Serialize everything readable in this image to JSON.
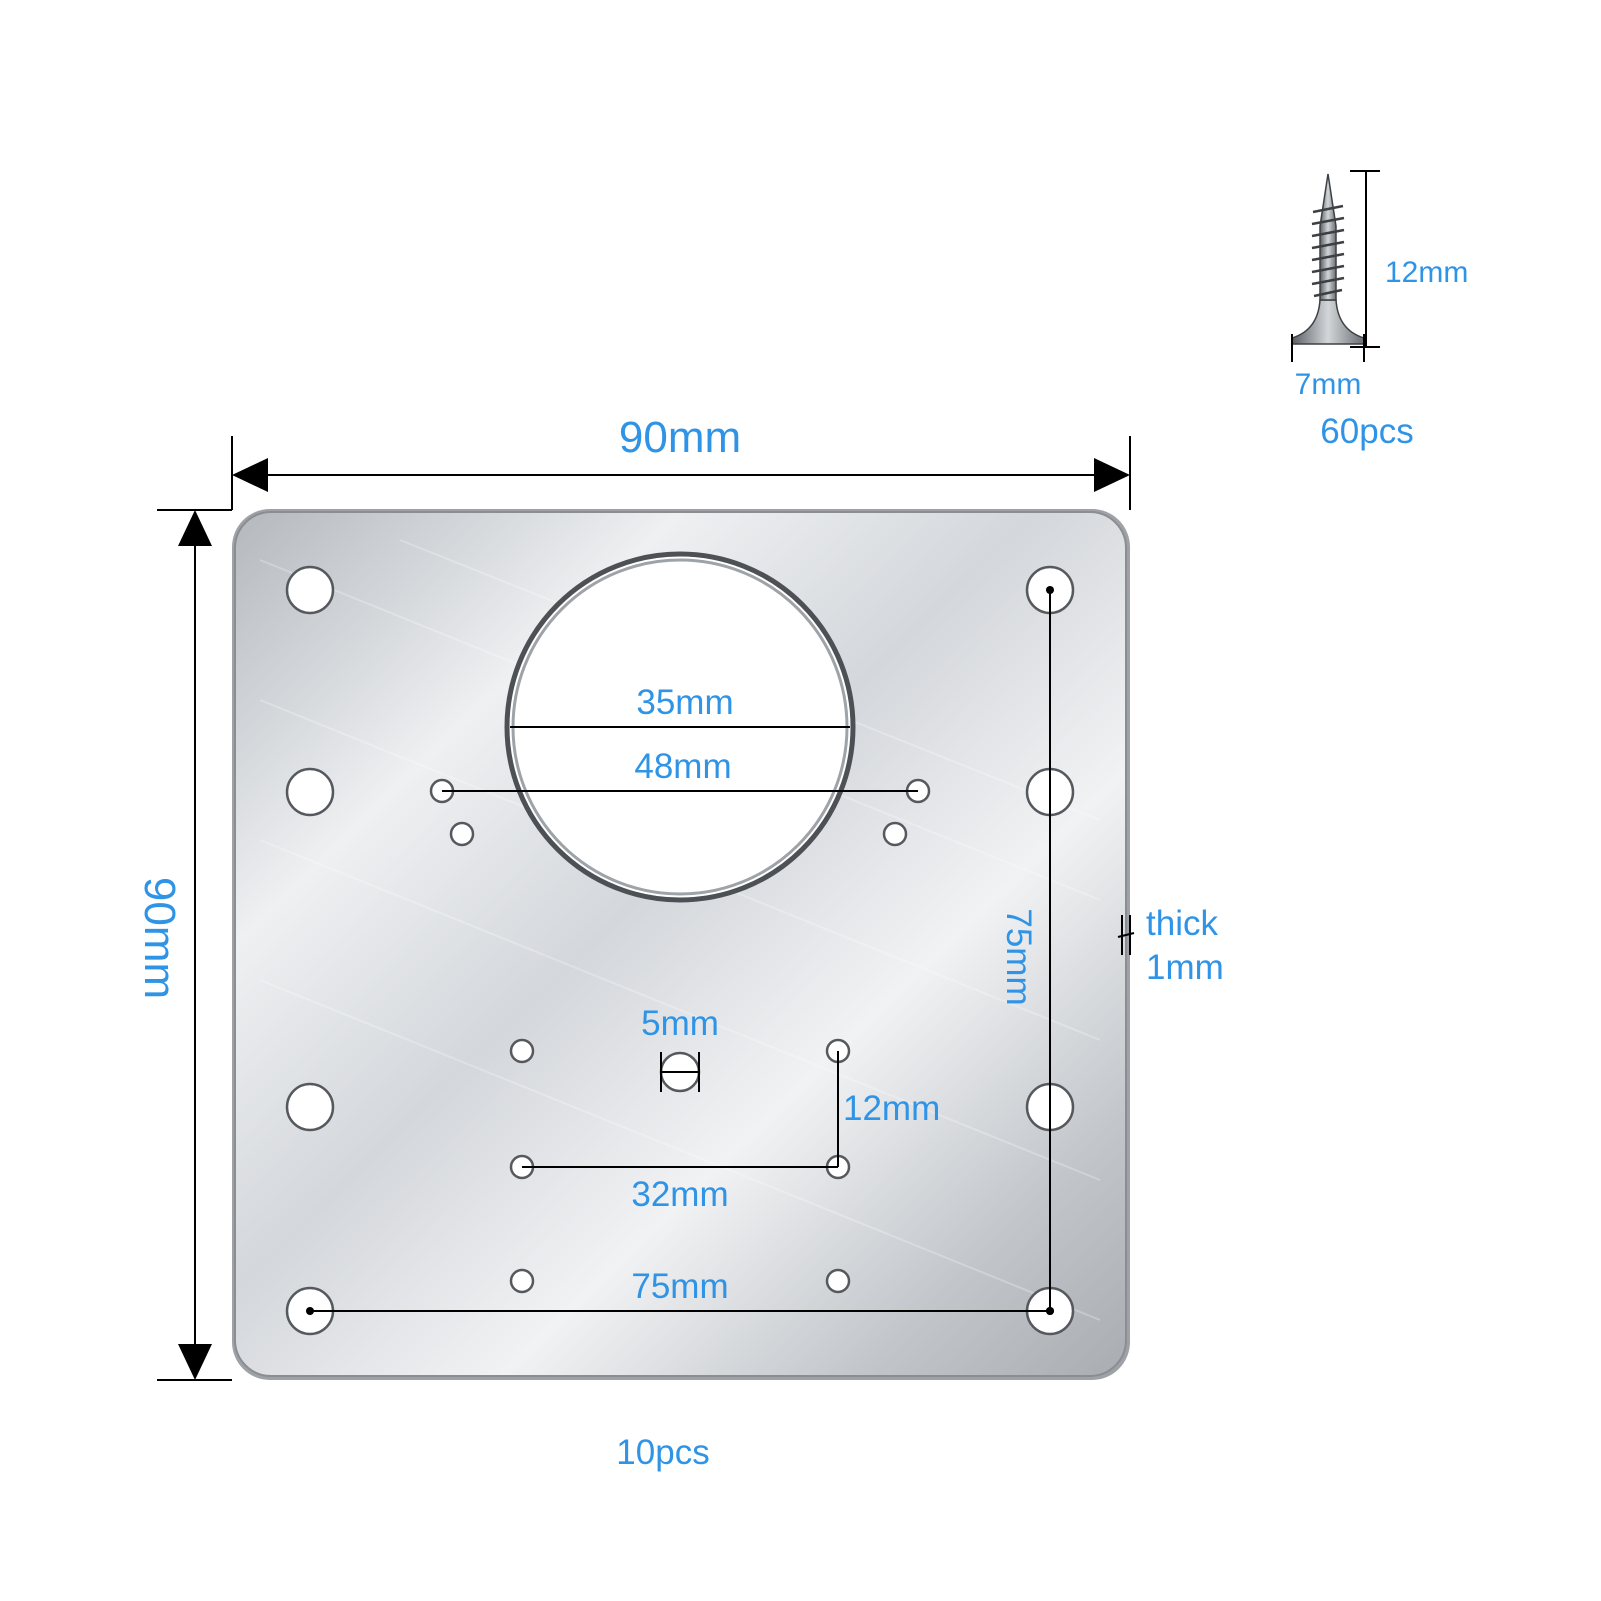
{
  "plate": {
    "width_label": "90mm",
    "height_label": "90mm",
    "big_hole_label": "35mm",
    "hole_spacing_label": "48mm",
    "vertical_spacing_label": "75mm",
    "thickness_label_1": "thick",
    "thickness_label_2": "1mm",
    "slot_label": "5mm",
    "small_vertical_label": "12mm",
    "small_horizontal_label": "32mm",
    "bottom_spacing_label": "75mm",
    "quantity_label": "10pcs"
  },
  "screw": {
    "length_label": "12mm",
    "head_label": "7mm",
    "quantity_label": "60pcs"
  },
  "colors": {
    "label": "#2f93e6",
    "dimension_line": "#000000",
    "plate_light": "#eef0f2",
    "plate_dark": "#a9adb2"
  }
}
